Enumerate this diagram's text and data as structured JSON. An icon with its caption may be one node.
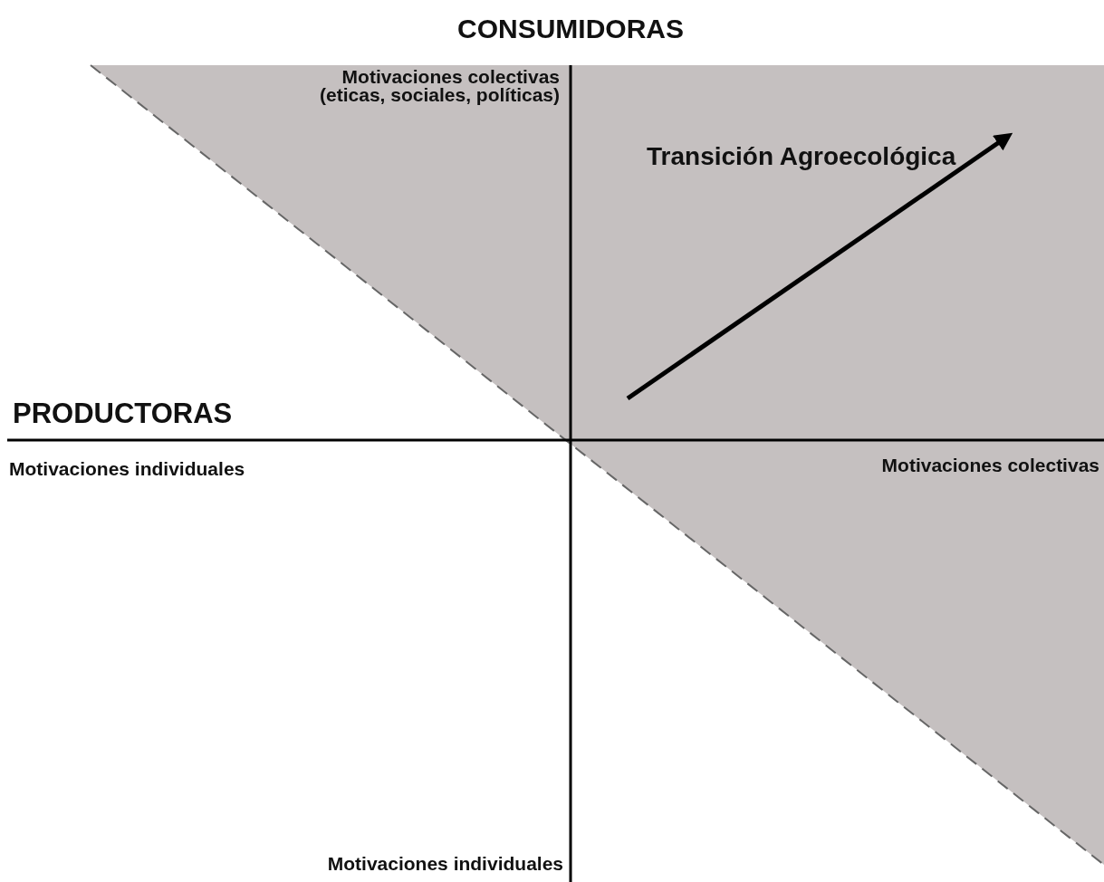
{
  "diagram": {
    "labels": [
      "CONSUMIDORAS",
      "Motivaciones colectivas (eticas, sociales, políticas)",
      "Transición Agroecológica",
      "PRODUCTORAS",
      "Motivaciones individuales",
      "Motivaciones colectivas",
      "Motivaciones individuales"
    ]
  }
}
